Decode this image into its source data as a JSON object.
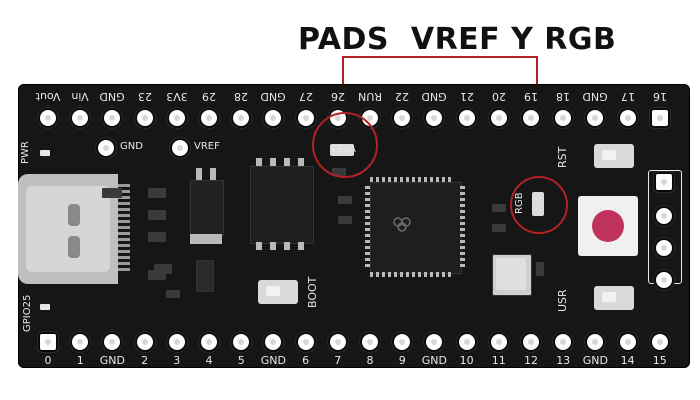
{
  "title": "PADS  VREF Y RGB",
  "top_row_labels": [
    "Vout",
    "Vin",
    "GND",
    "23",
    "3V3",
    "29",
    "28",
    "GND",
    "27",
    "26",
    "RUN",
    "22",
    "GND",
    "21",
    "20",
    "19",
    "18",
    "GND",
    "17",
    "16"
  ],
  "bottom_row_labels": [
    "0",
    "1",
    "GND",
    "2",
    "3",
    "4",
    "5",
    "GND",
    "6",
    "7",
    "8",
    "9",
    "GND",
    "10",
    "11",
    "12",
    "13",
    "GND",
    "14",
    "15"
  ],
  "board_labels": {
    "gnd_pad": "GND",
    "vref_pad": "VREF",
    "vref_circle": "VREF",
    "rgb": "RGB",
    "rst": "RST",
    "usr": "USR",
    "boot": "BOOT",
    "pwr": "PWR",
    "gpio25": "GPIO25"
  },
  "colors": {
    "board": "#161616",
    "highlight": "#b22222",
    "pad": "#fdfdfd"
  }
}
